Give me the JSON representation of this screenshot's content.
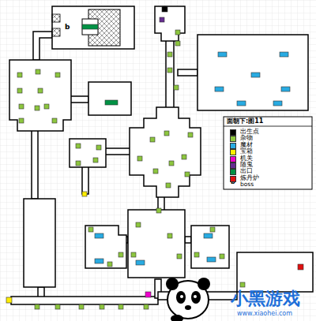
{
  "diagram": {
    "title": "面朝下:图11",
    "labels": [
      "b",
      "b",
      "小黑游戏",
      "www.xiaohei.com"
    ],
    "legend": [
      {
        "text": "出生点",
        "color": "#000000"
      },
      {
        "text": "杂物",
        "color": "#8dc63f"
      },
      {
        "text": "魔材",
        "color": "#29abe2"
      },
      {
        "text": "宝箱",
        "color": "#ffee00"
      },
      {
        "text": "机关",
        "color": "#ee00cc"
      },
      {
        "text": "随鬼",
        "color": "#662d91"
      },
      {
        "text": "出口",
        "color": "#009245"
      },
      {
        "text": "炼丹炉",
        "color": "#e01010"
      },
      {
        "text": "boss"
      }
    ]
  }
}
